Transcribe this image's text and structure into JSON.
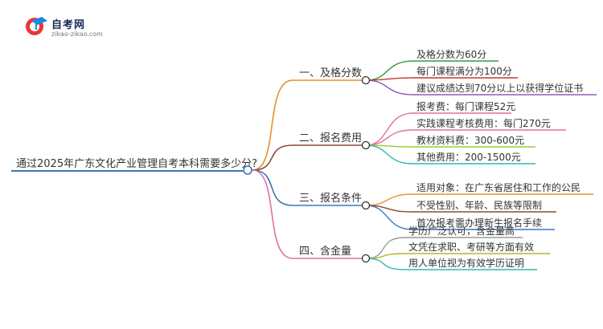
{
  "logo": {
    "brand": "自考网",
    "domain": "zikao-zikao.com",
    "icon": "graduation-cap-icon"
  },
  "root": {
    "label": "通过2025年广东文化产业管理自考本科需要多少分?",
    "color": "#3a78b5"
  },
  "branches": [
    {
      "label": "一、及格分数",
      "color": "#e8902a",
      "children": [
        {
          "text": "及格分数为60分",
          "color": "#3a9a3a"
        },
        {
          "text": "每门课程满分为100分",
          "color": "#c0392b"
        },
        {
          "text": "建议成绩达到70分以上以获得学位证书",
          "color": "#8e5bb5"
        }
      ]
    },
    {
      "label": "二、报名费用",
      "color": "#8b4a3a",
      "children": [
        {
          "text": "报考费：每门课程52元",
          "color": "#e26fa6"
        },
        {
          "text": "实践课程考核费用：每门270元",
          "color": "#e26fa6"
        },
        {
          "text": "教材资料费：300-600元",
          "color": "#9acd32"
        },
        {
          "text": "其他费用：200-1500元",
          "color": "#2fb8a8"
        }
      ]
    },
    {
      "label": "三、报名条件",
      "color": "#3a78b5",
      "children": [
        {
          "text": "适用对象：在广东省居住和工作的公民",
          "color": "#e8902a"
        },
        {
          "text": "不受性别、年龄、民族等限制",
          "color": "#8b4a3a"
        },
        {
          "text": "首次报考需办理新生报名手续",
          "color": "#3a78b5"
        }
      ]
    },
    {
      "label": "四、含金量",
      "color": "#e26fa6",
      "children": [
        {
          "text": "学历广泛认可，含金量高",
          "color": "#9a9a9a"
        },
        {
          "text": "文凭在求职、考研等方面有效",
          "color": "#b5b52a"
        },
        {
          "text": "用人单位视为有效学历证明",
          "color": "#2fb8a8"
        }
      ]
    }
  ]
}
